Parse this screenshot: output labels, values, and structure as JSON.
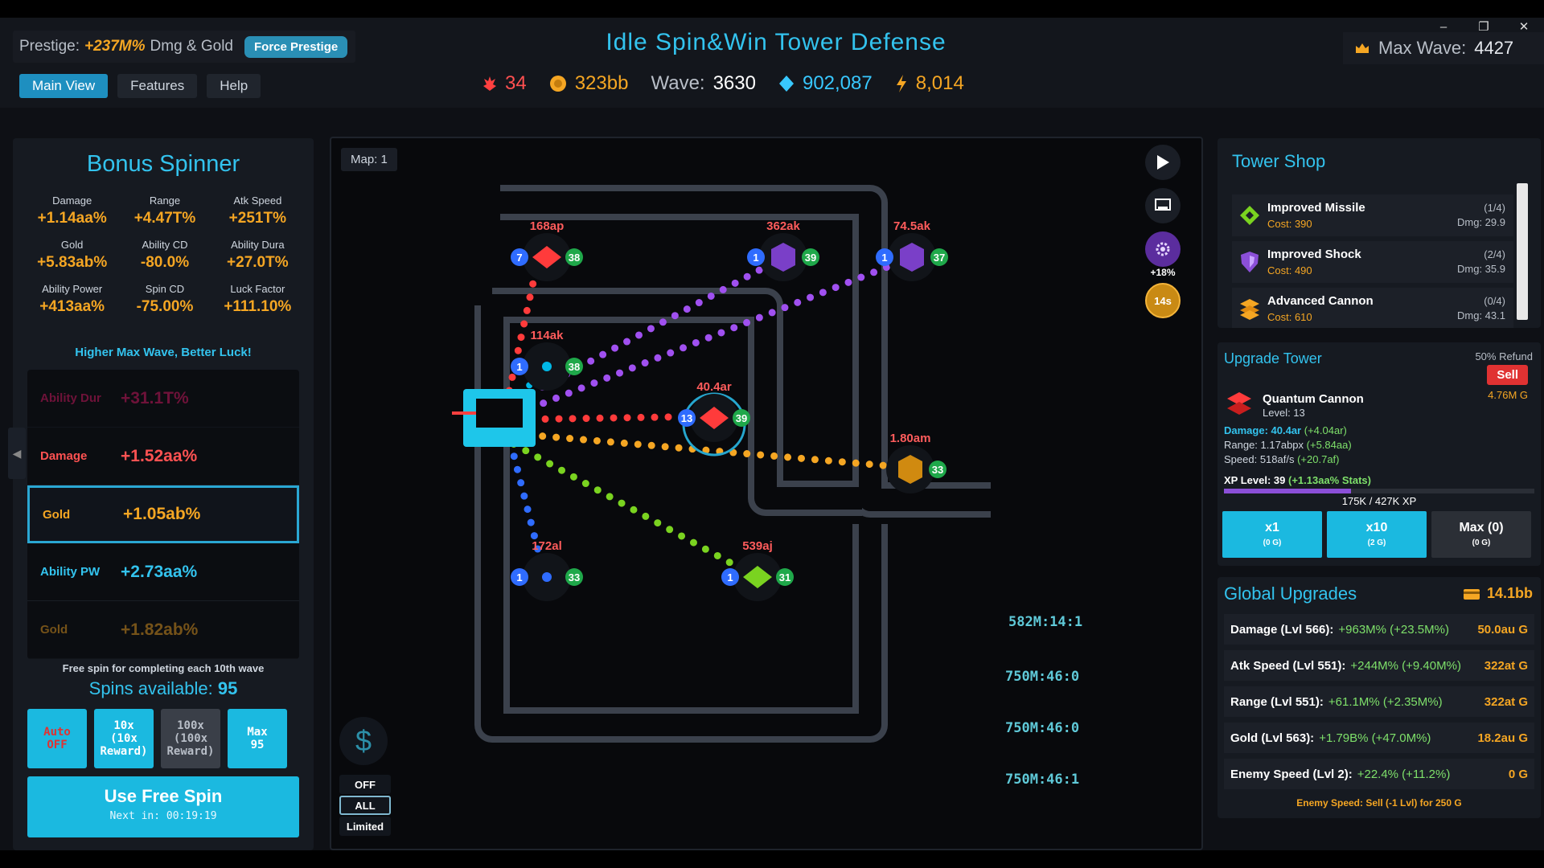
{
  "window": {
    "minimize": "–",
    "restore": "❐",
    "close": "✕"
  },
  "header": {
    "prestige_label": "Prestige:",
    "prestige_value": "+237M%",
    "prestige_suffix": "Dmg & Gold",
    "force_prestige": "Force Prestige",
    "title": "Idle Spin&Win Tower Defense",
    "max_wave_label": "Max Wave:",
    "max_wave_value": "4427",
    "tabs": [
      "Main View",
      "Features",
      "Help"
    ]
  },
  "stats": {
    "lives": "34",
    "gold": "323bb",
    "wave_label": "Wave:",
    "wave_value": "3630",
    "gems": "902,087",
    "energy": "8,014"
  },
  "bonus_spinner": {
    "title": "Bonus Spinner",
    "bonuses": [
      {
        "label": "Damage",
        "value": "+1.14aa%"
      },
      {
        "label": "Range",
        "value": "+4.47T%"
      },
      {
        "label": "Atk Speed",
        "value": "+251T%"
      },
      {
        "label": "Gold",
        "value": "+5.83ab%"
      },
      {
        "label": "Ability CD",
        "value": "-80.0%"
      },
      {
        "label": "Ability Dura",
        "value": "+27.0T%"
      },
      {
        "label": "Ability Power",
        "value": "+413aa%"
      },
      {
        "label": "Spin CD",
        "value": "-75.00%"
      },
      {
        "label": "Luck Factor",
        "value": "+111.10%"
      }
    ],
    "luck_note": "Higher Max Wave, Better Luck!",
    "wheel": [
      {
        "name": "Ability Dur",
        "value": "+31.1T%",
        "color": "#c2185b",
        "faded": true
      },
      {
        "name": "Damage",
        "value": "+1.52aa%",
        "color": "#ff5252"
      },
      {
        "name": "Gold",
        "value": "+1.05ab%",
        "color": "#f5a623",
        "selected": true
      },
      {
        "name": "Ability PW",
        "value": "+2.73aa%",
        "color": "#33c3ee"
      },
      {
        "name": "Gold",
        "value": "+1.82ab%",
        "color": "#f5a623",
        "faded": true
      }
    ],
    "free_note": "Free spin for completing each 10th wave",
    "spins_label": "Spins available:",
    "spins_value": "95",
    "buttons": [
      {
        "label": "Auto\nOFF",
        "color": "#1bb9e0",
        "text": "#e03232"
      },
      {
        "label": "10x\n(10x\nReward)",
        "color": "#1bb9e0",
        "text": "#ffffff"
      },
      {
        "label": "100x\n(100x\nReward)",
        "color": "#3a3f48",
        "text": "#b8bec7"
      },
      {
        "label": "Max\n95",
        "color": "#1bb9e0",
        "text": "#ffffff"
      }
    ],
    "use_free": "Use Free Spin",
    "next_in": "Next in: 00:19:19"
  },
  "map": {
    "label": "Map: 1",
    "towers": [
      {
        "dmg": "168ap",
        "lvl": "7",
        "xp": "38",
        "icon": "red-diamond"
      },
      {
        "dmg": "362ak",
        "lvl": "1",
        "xp": "39",
        "icon": "purple-hex"
      },
      {
        "dmg": "74.5ak",
        "lvl": "1",
        "xp": "37",
        "icon": "purple-hex"
      },
      {
        "dmg": "114ak",
        "lvl": "1",
        "xp": "38",
        "icon": "cyan-dot"
      },
      {
        "dmg": "40.4ar",
        "lvl": "13",
        "xp": "39",
        "icon": "red-diamond"
      },
      {
        "dmg": "1.80am",
        "lvl": "",
        "xp": "33",
        "icon": "orange-hex"
      },
      {
        "dmg": "172al",
        "lvl": "1",
        "xp": "33",
        "icon": "blue-dot"
      },
      {
        "dmg": "539aj",
        "lvl": "1",
        "xp": "31",
        "icon": "green-diamond"
      }
    ],
    "ability_bonus": "+18%",
    "cooldown": "14s",
    "timers": [
      "582M:14:1",
      "750M:46:0",
      "750M:46:0",
      "750M:46:1"
    ],
    "modes": [
      "OFF",
      "ALL",
      "Limited"
    ],
    "dollar": "$"
  },
  "shop": {
    "title": "Tower Shop",
    "items": [
      {
        "name": "Improved Missile",
        "cost": "Cost: 390",
        "count": "(1/4)",
        "dmg": "Dmg: 29.9",
        "icon": "green-diamond"
      },
      {
        "name": "Improved Shock",
        "cost": "Cost: 490",
        "count": "(2/4)",
        "dmg": "Dmg: 35.9",
        "icon": "purple-shield"
      },
      {
        "name": "Advanced Cannon",
        "cost": "Cost: 610",
        "count": "(0/4)",
        "dmg": "Dmg: 43.1",
        "icon": "orange-chevron"
      }
    ]
  },
  "upgrade": {
    "title": "Upgrade Tower",
    "refund": "50% Refund",
    "sell": "Sell",
    "sell_value": "4.76M G",
    "tower_name": "Quantum Cannon",
    "level": "Level: 13",
    "damage": "Damage: 40.4ar",
    "damage_inc": "(+4.04ar)",
    "range": "Range: 1.17abpx",
    "range_inc": "(+5.84aa)",
    "speed": "Speed: 518af/s",
    "speed_inc": "(+20.7af)",
    "xp_label": "XP Level: 39",
    "xp_bonus": "(+1.13aa% Stats)",
    "xp_progress": 0.41,
    "xp_text": "175K / 427K XP",
    "buttons": [
      {
        "label": "x1",
        "sub": "(0 G)",
        "color": "#1bb9e0"
      },
      {
        "label": "x10",
        "sub": "(2 G)",
        "color": "#1bb9e0"
      },
      {
        "label": "Max (0)",
        "sub": "(0 G)",
        "color": "#2b2f36"
      }
    ]
  },
  "global": {
    "title": "Global Upgrades",
    "gold": "14.1bb",
    "rows": [
      {
        "name": "Damage (Lvl 566):",
        "val": "+963M% (+23.5M%)",
        "cost": "50.0au G"
      },
      {
        "name": "Atk Speed (Lvl 551):",
        "val": "+244M% (+9.40M%)",
        "cost": "322at G"
      },
      {
        "name": "Range (Lvl 551):",
        "val": "+61.1M% (+2.35M%)",
        "cost": "322at G"
      },
      {
        "name": "Gold (Lvl 563):",
        "val": "+1.79B% (+47.0M%)",
        "cost": "18.2au G"
      },
      {
        "name": "Enemy Speed (Lvl 2):",
        "val": "+22.4% (+11.2%)",
        "cost": "0 G"
      }
    ],
    "note": "Enemy Speed: Sell (-1 Lvl) for 250 G"
  },
  "colors": {
    "accent": "#33c3ee",
    "gold": "#f5a623",
    "red": "#ff5252",
    "green": "#7ee06a",
    "purple": "#8b4fd8"
  }
}
